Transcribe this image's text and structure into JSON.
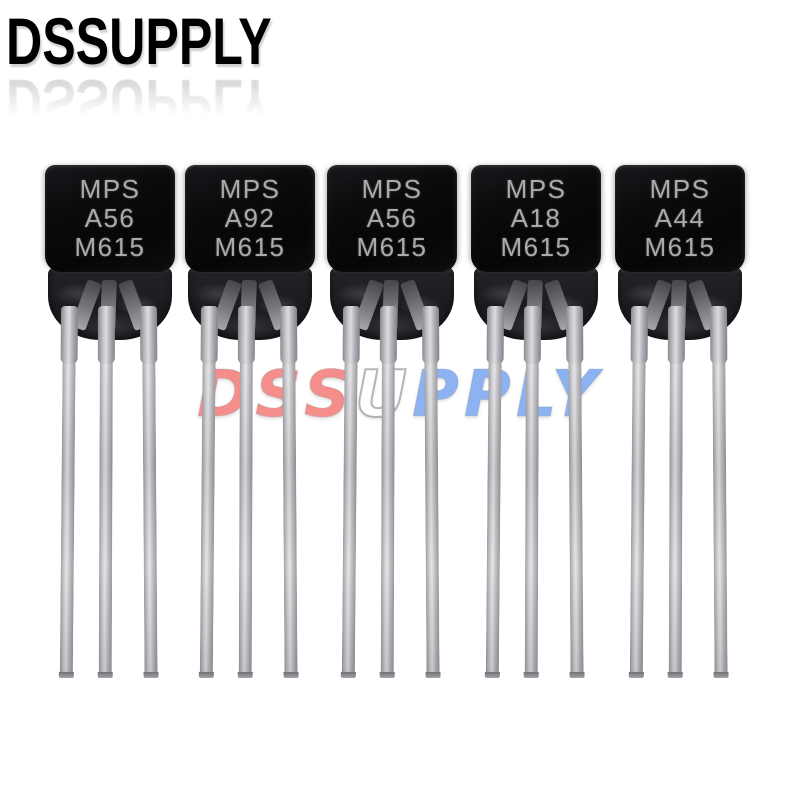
{
  "photo": {
    "background_color": "#ffffff"
  },
  "logo": {
    "text": "DSSUPPLY",
    "color": "#000000"
  },
  "watermark": {
    "text": "DSSUPPLY",
    "segments": [
      {
        "text": "DSS",
        "color": "#f58e8a"
      },
      {
        "text": "U",
        "color": "#ffffff"
      },
      {
        "text": "PPLY",
        "color": "#8db2f2"
      }
    ],
    "outline_color": "#9a9a9e"
  },
  "colors": {
    "package_black": "#0a0a0c",
    "marking_gray": "#a9aaac",
    "lead_silver": "#c9c9cd"
  },
  "transistors": [
    {
      "line1": "MPS",
      "line2": "A56",
      "line3": "M615"
    },
    {
      "line1": "MPS",
      "line2": "A92",
      "line3": "M615"
    },
    {
      "line1": "MPS",
      "line2": "A56",
      "line3": "M615"
    },
    {
      "line1": "MPS",
      "line2": "A18",
      "line3": "M615"
    },
    {
      "line1": "MPS",
      "line2": "A44",
      "line3": "M615"
    }
  ]
}
